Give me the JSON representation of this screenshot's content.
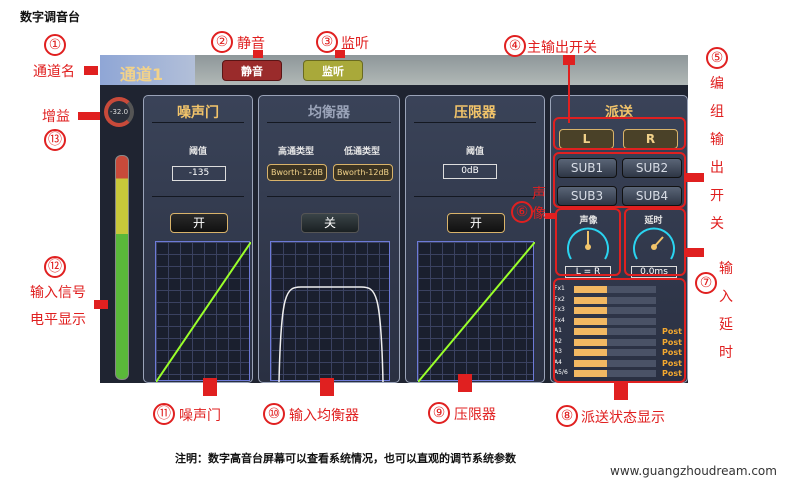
{
  "doc_title": "数字调音台",
  "screen": {
    "channel_name": "通道1",
    "mute_label": "静音",
    "monitor_label": "监听",
    "gain_value": "-32.0",
    "meter_level": 0.85,
    "gate": {
      "title": "噪声门",
      "threshold_label": "阈值",
      "threshold_value": "-135",
      "switch": "开"
    },
    "eq": {
      "title": "均衡器",
      "hp_label": "高通类型",
      "lp_label": "低通类型",
      "hp_value": "Bworth-12dB",
      "lp_value": "Bworth-12dB",
      "switch": "关"
    },
    "limiter": {
      "title": "压限器",
      "threshold_label": "阈值",
      "threshold_value": "0dB",
      "switch": "开"
    },
    "send": {
      "title": "派送",
      "l": "L",
      "r": "R",
      "subs": [
        "SUB1",
        "SUB2",
        "SUB3",
        "SUB4"
      ],
      "pan_label": "声像",
      "pan_value": "L = R",
      "delay_label": "延时",
      "delay_value": "0.0ms",
      "buses": [
        {
          "name": "Fx1",
          "level": 0.4,
          "post": ""
        },
        {
          "name": "Fx2",
          "level": 0.4,
          "post": ""
        },
        {
          "name": "Fx3",
          "level": 0.4,
          "post": ""
        },
        {
          "name": "Fx4",
          "level": 0.4,
          "post": ""
        },
        {
          "name": "A1",
          "level": 0.4,
          "post": "Post"
        },
        {
          "name": "A2",
          "level": 0.4,
          "post": "Post"
        },
        {
          "name": "A3",
          "level": 0.4,
          "post": "Post"
        },
        {
          "name": "A4",
          "level": 0.4,
          "post": "Post"
        },
        {
          "name": "A5/6",
          "level": 0.4,
          "post": "Post"
        }
      ]
    }
  },
  "annotations": {
    "n1": "①",
    "t1": "通道名",
    "n2": "②",
    "t2": "静音",
    "n3": "③",
    "t3": "监听",
    "n4": "④",
    "t4": "主输出开关",
    "n5": "⑤",
    "t5": [
      "编",
      "组",
      "输",
      "出",
      "开",
      "关"
    ],
    "n6": "⑥",
    "t6": [
      "声",
      "像"
    ],
    "n7": "⑦",
    "t7": [
      "输",
      "入",
      "延",
      "时"
    ],
    "n8": "⑧",
    "t8": "派送状态显示",
    "n9": "⑨",
    "t9": "压限器",
    "n10": "⑩",
    "t10": "输入均衡器",
    "n11": "⑪",
    "t11": "噪声门",
    "n12": "⑫",
    "t12a": "输入信号",
    "t12b": "电平显示",
    "n13": "⑬",
    "t13": "增益"
  },
  "footer_note": "注明：数字高音台屏幕可以查看系统情况，也可以直观的调节系统参数",
  "website": "www.guangzhoudream.com"
}
